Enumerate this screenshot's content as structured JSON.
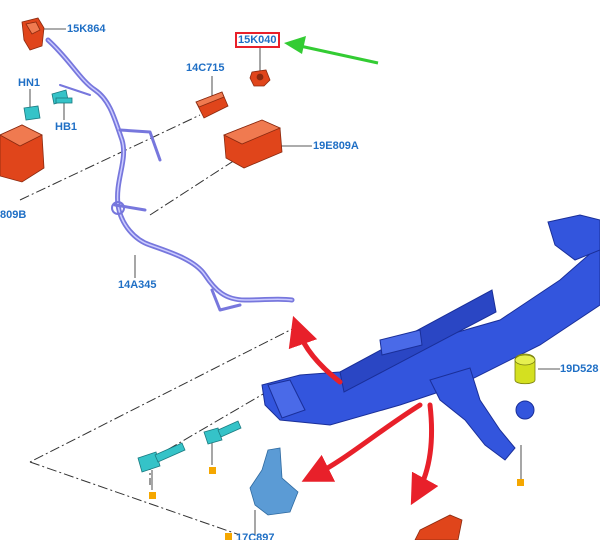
{
  "labels": {
    "l_15k864": "15K864",
    "l_15k040": "15K040",
    "l_14c715": "14C715",
    "l_hn1": "HN1",
    "l_hb1": "HB1",
    "l_19e809a": "19E809A",
    "l_809b": "809B",
    "l_14a345": "14A345",
    "l_19d528": "19D528",
    "l_17c897": "17C897"
  },
  "colors": {
    "label": "#1f6fc5",
    "highlight_box": "#e8202a",
    "pointer_arrow": "#33cc33",
    "motion_arrows": "#e8202a",
    "tow_bar": "#3355dd",
    "harness": "#7777dd",
    "electrical_parts": "#e0451b",
    "fasteners": "#35c3c8",
    "bracket": "#5b9bd5",
    "cover_cap": "#d4e020",
    "marker_square": "#f5a700"
  }
}
